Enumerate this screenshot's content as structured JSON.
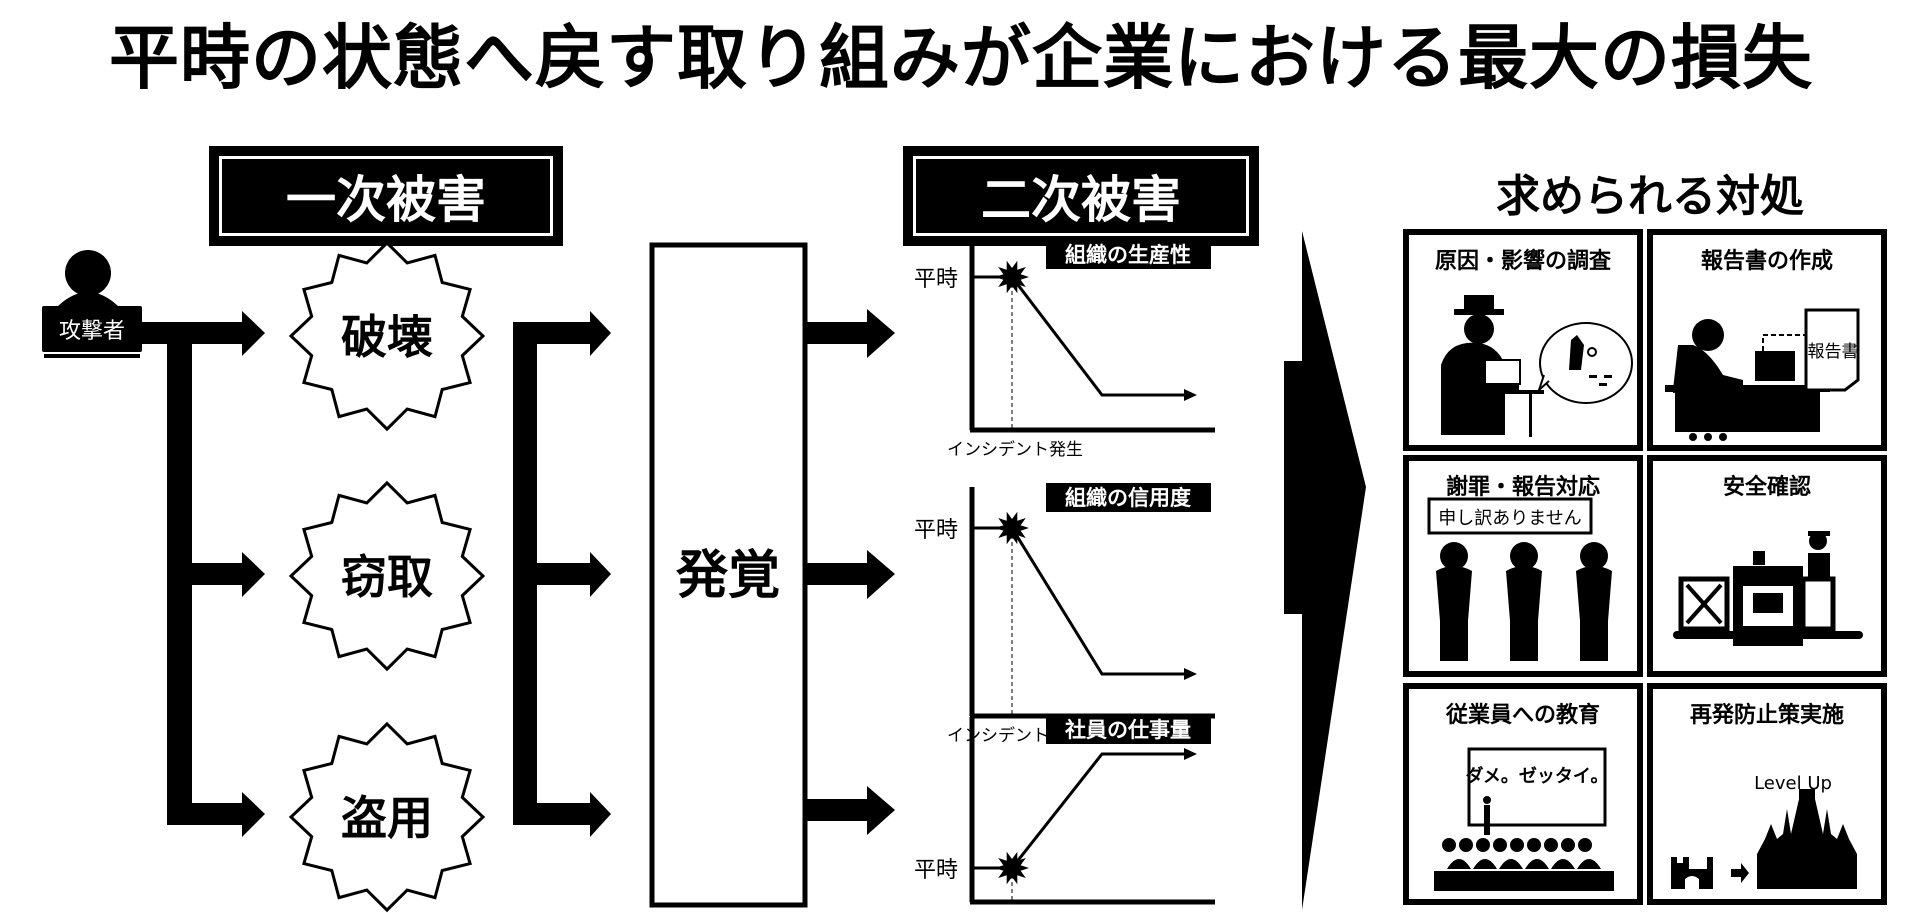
{
  "title": "平時の状態へ戻す取り組みが企業における最大の損失",
  "sections": {
    "primary": "一次被害",
    "secondary": "二次被害",
    "response": "求められる対処"
  },
  "attacker": {
    "label": "攻撃者",
    "icon": "attacker-laptop-icon"
  },
  "primary_damages": [
    {
      "label": "破壊"
    },
    {
      "label": "窃取"
    },
    {
      "label": "盗用"
    }
  ],
  "detection": {
    "label": "発覚"
  },
  "secondary_charts": [
    {
      "label": "組織の生産性",
      "baseline_label": "平時",
      "x_label": "インシデント発生",
      "trend": "down"
    },
    {
      "label": "組織の信用度",
      "baseline_label": "平時",
      "x_label": "インシデント発生",
      "trend": "down"
    },
    {
      "label": "社員の仕事量",
      "baseline_label": "平時",
      "x_label": "",
      "trend": "up"
    }
  ],
  "responses": [
    {
      "title": "原因・影響の調査",
      "icon": "investigation-icon"
    },
    {
      "title": "報告書の作成",
      "icon": "report-writing-icon",
      "doc_label": "報告書"
    },
    {
      "title": "謝罪・報告対応",
      "icon": "apology-icon",
      "speech": "申し訳ありません"
    },
    {
      "title": "安全確認",
      "icon": "security-check-icon"
    },
    {
      "title": "従業員への教育",
      "icon": "education-icon",
      "board_text": "ダメ。ゼッタイ。"
    },
    {
      "title": "再発防止策実施",
      "icon": "level-up-castle-icon",
      "caption": "Level Up"
    }
  ]
}
